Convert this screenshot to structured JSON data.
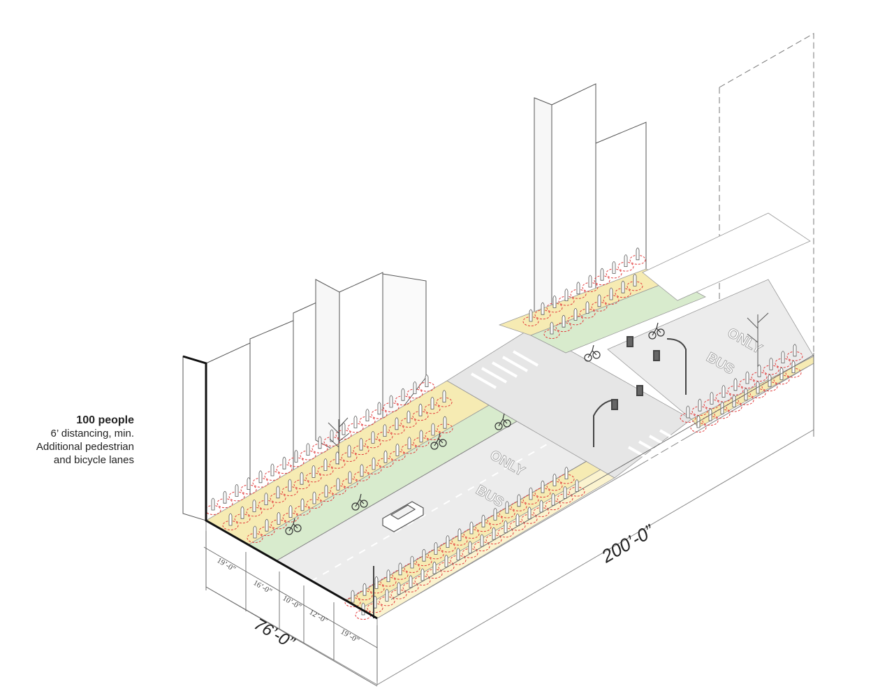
{
  "legend": {
    "headline": "100 people",
    "lines": [
      "6’ distancing, min.",
      "Additional pedestrian",
      "and bicycle lanes"
    ]
  },
  "dimensions": {
    "length": "200’-0”",
    "width": "76’-0”",
    "segments": [
      "19’-0”",
      "16’-0”",
      "10’-0”",
      "12’-0”",
      "19’-0”"
    ]
  },
  "pavement": {
    "only": "ONLY",
    "bus": "BUS"
  },
  "colors": {
    "sidewalk": "#f6ebb3",
    "bike_lane": "#d8ebcd",
    "road": "#ececec",
    "distancing_ring": "#e23b3b",
    "line": "#333333"
  }
}
